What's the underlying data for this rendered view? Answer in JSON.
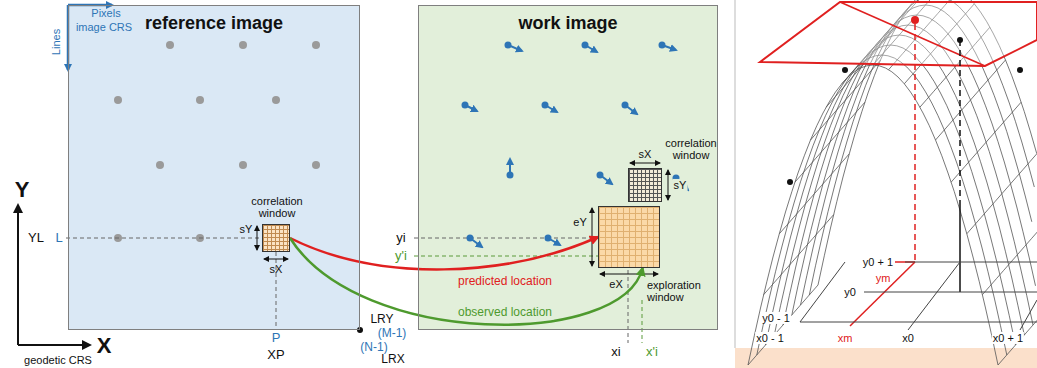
{
  "diagram": {
    "nodes": [
      {
        "text": [
          "reference image"
        ]
      },
      {
        "text": [
          "correlation window"
        ],
        "in": 0
      },
      {
        "text": [
          "work image"
        ]
      },
      {
        "text": [
          "exploration window"
        ],
        "in": 2
      },
      {
        "text": [
          "correlation window"
        ],
        "in": 2
      }
    ],
    "edges": [
      {
        "from": 1,
        "to": 3,
        "label": "predicted location",
        "arrow": "to"
      },
      {
        "from": 1,
        "to": 3,
        "label": "observed location",
        "arrow": "to"
      }
    ],
    "labels": [
      "Pixels",
      "image CRS",
      "Lines",
      "Y",
      "X",
      "geodetic CRS",
      "YL",
      "L",
      "sY",
      "sX",
      "P",
      "XP",
      "LRY",
      "(M-1)",
      "(N-1)",
      "LRX",
      "yi",
      "y'i",
      "eY",
      "eX",
      "xi",
      "x'i",
      "sX",
      "sY",
      "y0 + 1",
      "ym",
      "y0",
      "y0 - 1",
      "x0 - 1",
      "xm",
      "x0",
      "x0 + 1"
    ]
  }
}
